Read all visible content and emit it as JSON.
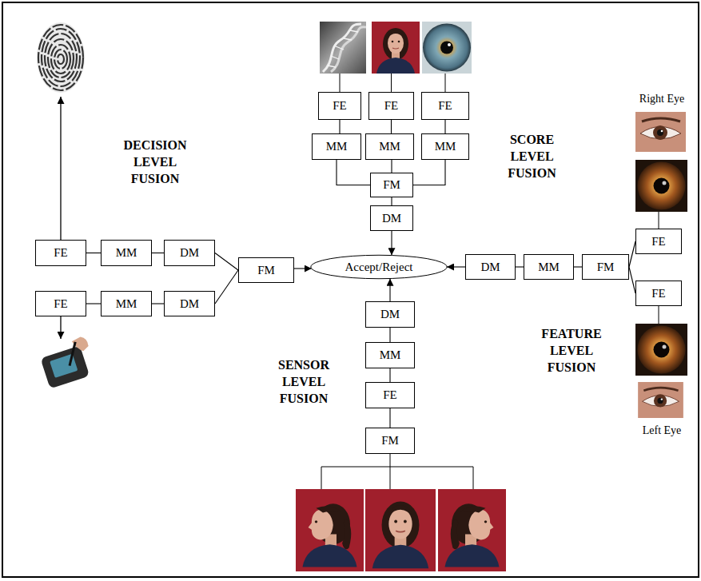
{
  "diagram": {
    "nodes": [
      {
        "text": [
          "FE"
        ]
      },
      {
        "text": [
          "FE"
        ]
      },
      {
        "text": [
          "FE"
        ]
      },
      {
        "text": [
          "MM"
        ]
      },
      {
        "text": [
          "MM"
        ]
      },
      {
        "text": [
          "MM"
        ]
      },
      {
        "text": [
          "FM"
        ]
      },
      {
        "text": [
          "DM"
        ]
      },
      {
        "text": [
          "FE"
        ]
      },
      {
        "text": [
          "MM"
        ]
      },
      {
        "text": [
          "DM"
        ]
      },
      {
        "text": [
          "FE"
        ]
      },
      {
        "text": [
          "MM"
        ]
      },
      {
        "text": [
          "DM"
        ]
      },
      {
        "text": [
          "FM"
        ]
      },
      {
        "text": [
          "Accept/Reject"
        ]
      },
      {
        "text": [
          "DM"
        ]
      },
      {
        "text": [
          "MM"
        ]
      },
      {
        "text": [
          "FM"
        ]
      },
      {
        "text": [
          "FE"
        ]
      },
      {
        "text": [
          "FE"
        ]
      },
      {
        "text": [
          "DM"
        ]
      },
      {
        "text": [
          "MM"
        ]
      },
      {
        "text": [
          "FE"
        ]
      },
      {
        "text": [
          "FM"
        ]
      }
    ],
    "edges": [
      {
        "from": 0,
        "to": 3,
        "arrow": "none"
      },
      {
        "from": 1,
        "to": 4,
        "arrow": "none"
      },
      {
        "from": 2,
        "to": 5,
        "arrow": "none"
      },
      {
        "from": 3,
        "to": 6,
        "arrow": "none"
      },
      {
        "from": 4,
        "to": 6,
        "arrow": "none"
      },
      {
        "from": 5,
        "to": 6,
        "arrow": "none"
      },
      {
        "from": 6,
        "to": 7,
        "arrow": "none"
      },
      {
        "from": 7,
        "to": 15,
        "arrow": "to"
      },
      {
        "from": 8,
        "to": 9,
        "arrow": "none"
      },
      {
        "from": 9,
        "to": 10,
        "arrow": "none"
      },
      {
        "from": 10,
        "to": 14,
        "arrow": "none"
      },
      {
        "from": 11,
        "to": 12,
        "arrow": "none"
      },
      {
        "from": 12,
        "to": 13,
        "arrow": "none"
      },
      {
        "from": 13,
        "to": 14,
        "arrow": "none"
      },
      {
        "from": 14,
        "to": 15,
        "arrow": "to"
      },
      {
        "from": 19,
        "to": 18,
        "arrow": "none"
      },
      {
        "from": 20,
        "to": 18,
        "arrow": "none"
      },
      {
        "from": 18,
        "to": 17,
        "arrow": "none"
      },
      {
        "from": 17,
        "to": 16,
        "arrow": "none"
      },
      {
        "from": 16,
        "to": 15,
        "arrow": "to"
      },
      {
        "from": 24,
        "to": 23,
        "arrow": "none"
      },
      {
        "from": 23,
        "to": 22,
        "arrow": "none"
      },
      {
        "from": 22,
        "to": 21,
        "arrow": "none"
      },
      {
        "from": 21,
        "to": 15,
        "arrow": "to"
      }
    ],
    "labels": [
      "DECISION LEVEL FUSION",
      "SCORE LEVEL FUSION",
      "FEATURE LEVEL FUSION",
      "SENSOR LEVEL FUSION",
      "Right Eye",
      "Left Eye"
    ]
  }
}
